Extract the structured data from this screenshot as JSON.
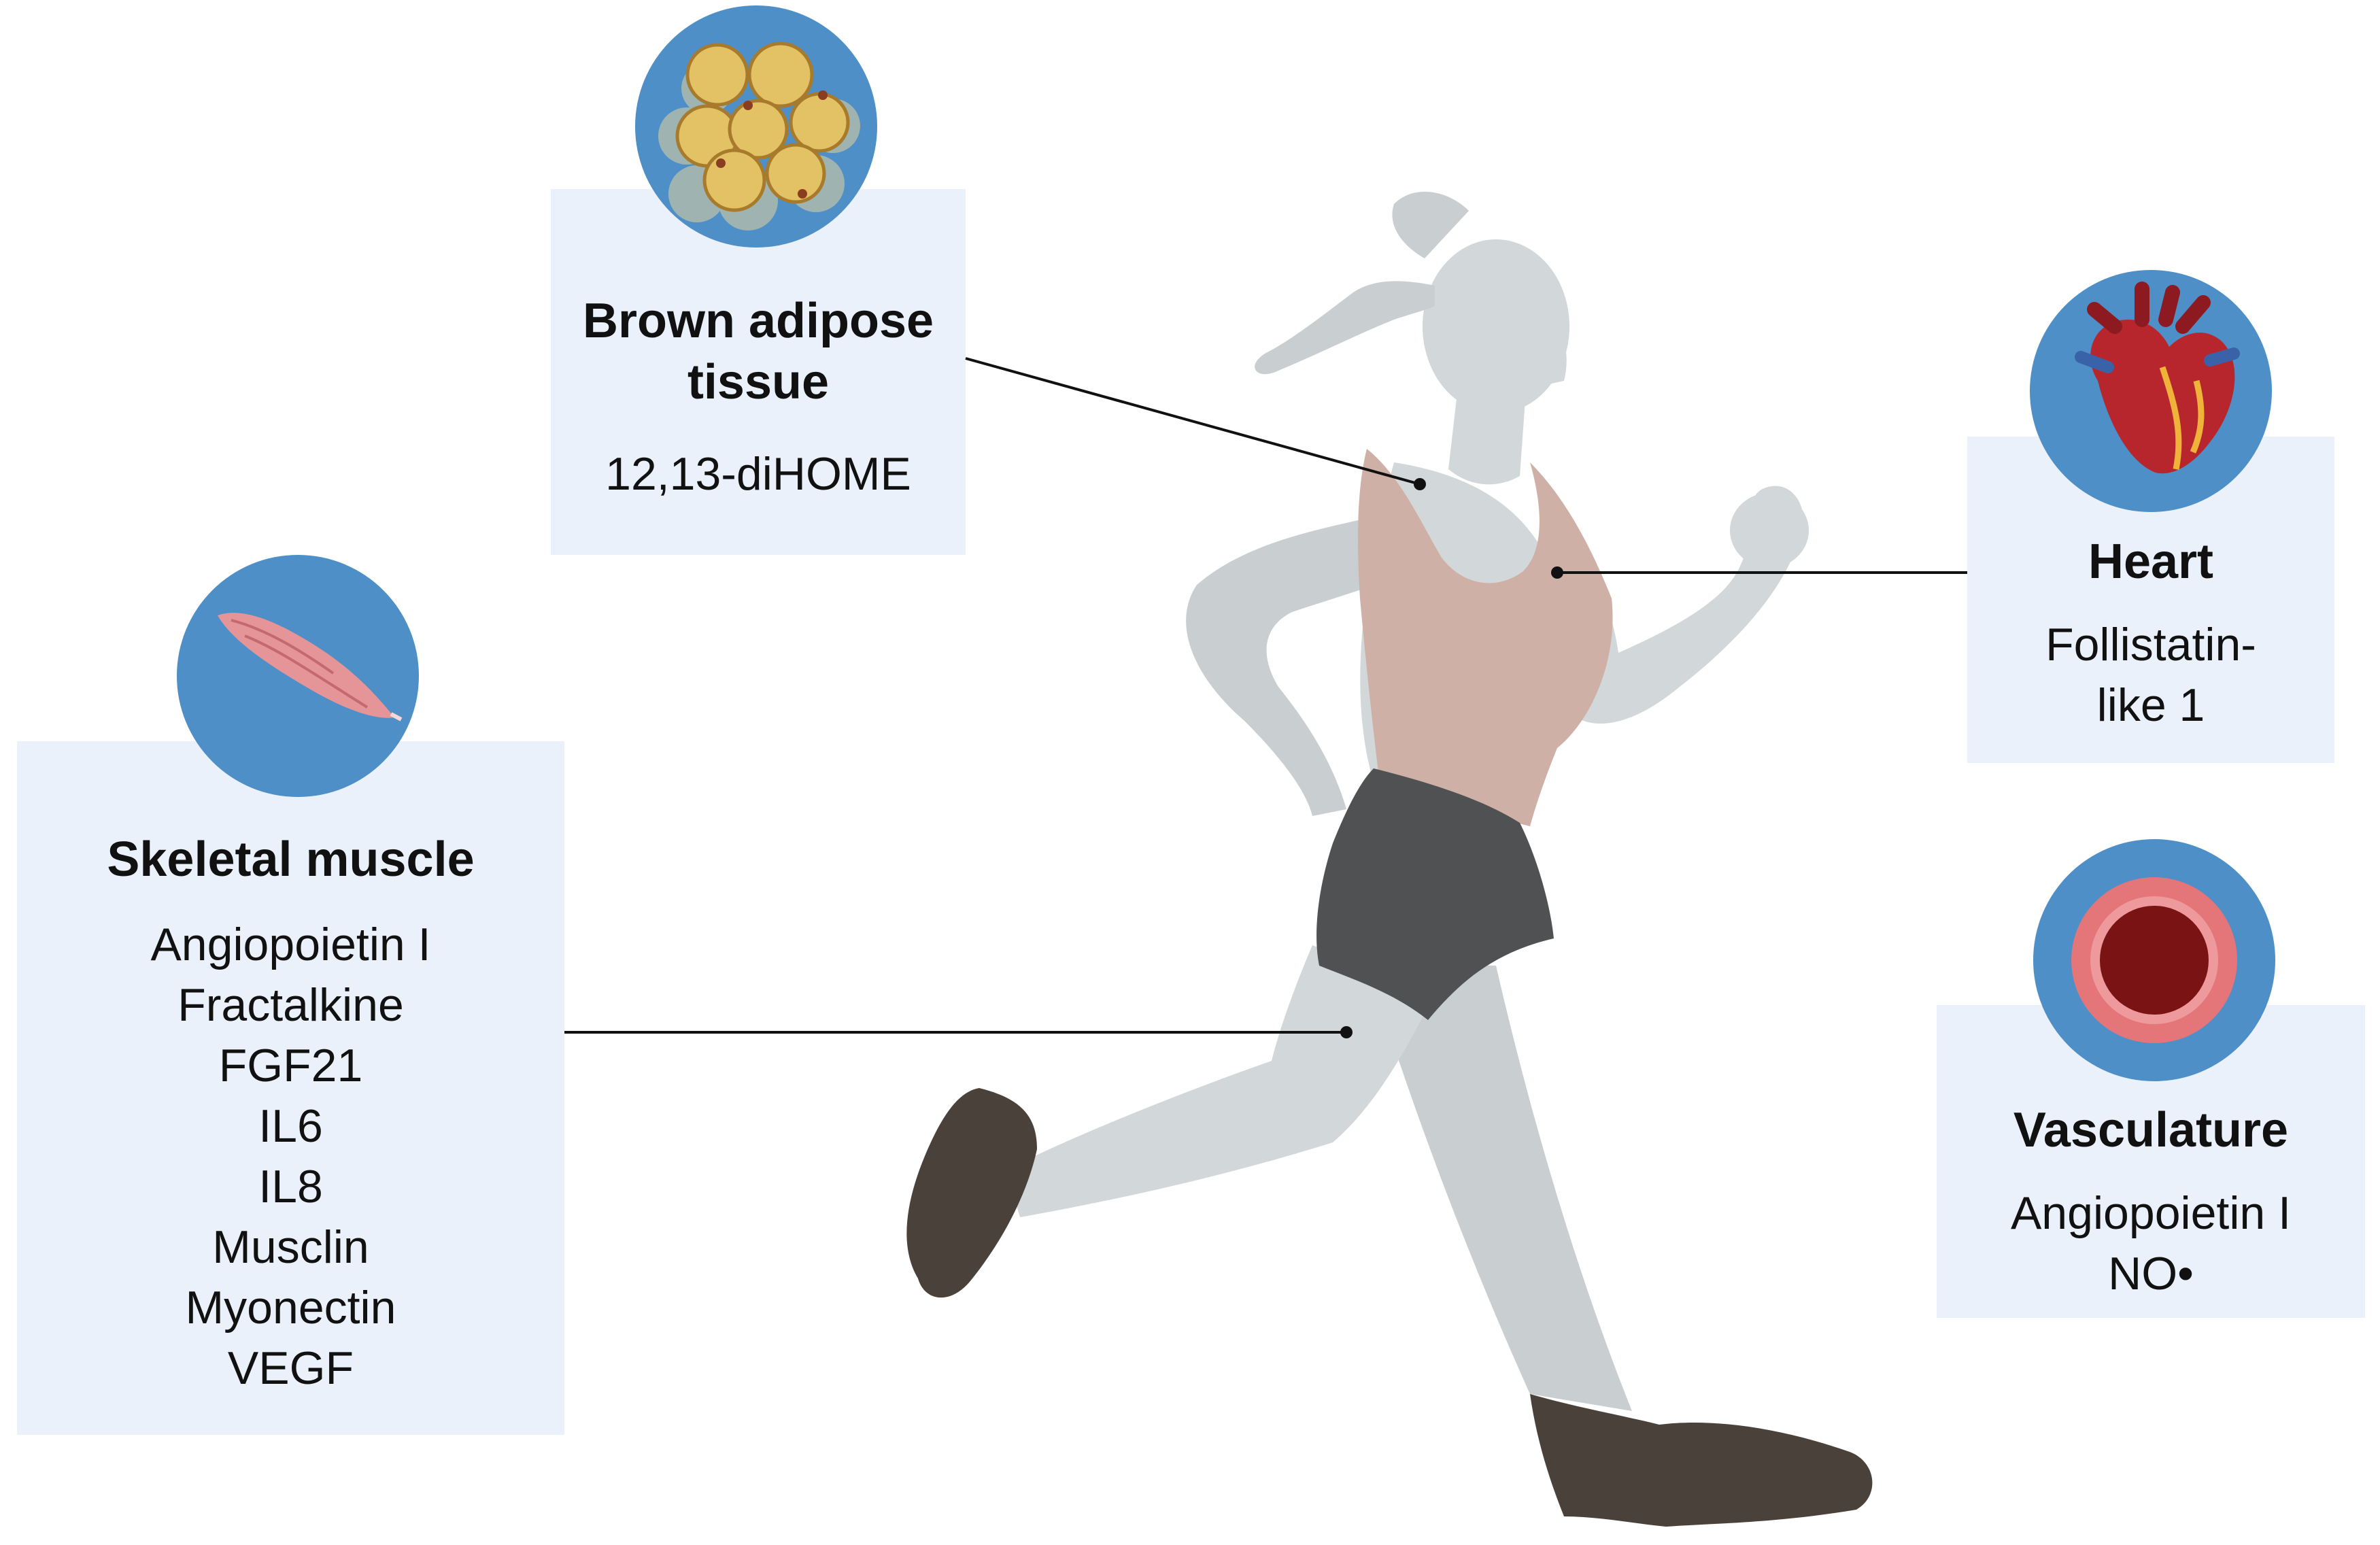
{
  "colors": {
    "panel_bg": "#eaf1fa",
    "icon_circle": "#4d8fc6",
    "body_gray": "#d2d7d9",
    "tank_top": "#cfb0a6",
    "shorts": "#4f5152",
    "shoes": "#4a413b",
    "fat_cell": "#e2c265",
    "muscle": "#e59497",
    "vessel_outer": "#e4767a",
    "vessel_inner": "#7a1414",
    "heart": "#b8262d"
  },
  "panels": {
    "bat": {
      "title_line1": "Brown adipose",
      "title_line2": "tissue",
      "items": [
        "12,13-diHOME"
      ],
      "icon": "adipocyte-cluster-icon"
    },
    "muscle": {
      "title": "Skeletal muscle",
      "items": [
        "Angiopoietin I",
        "Fractalkine",
        "FGF21",
        "IL6",
        "IL8",
        "Musclin",
        "Myonectin",
        "VEGF"
      ],
      "icon": "muscle-fiber-icon"
    },
    "heart": {
      "title": "Heart",
      "items": [
        "Follistatin-",
        "like 1"
      ],
      "icon": "heart-icon"
    },
    "vasc": {
      "title": "Vasculature",
      "items": [
        "Angiopoietin I",
        "NO•"
      ],
      "icon": "blood-vessel-icon"
    }
  },
  "figure": {
    "icon": "running-woman-icon"
  }
}
